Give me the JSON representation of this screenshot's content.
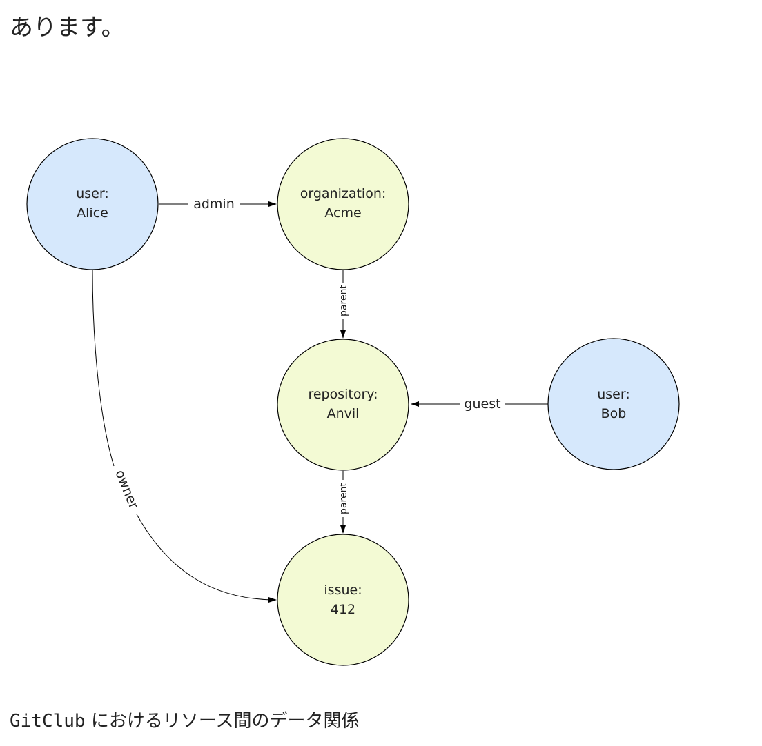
{
  "intro_text": "あります。",
  "caption": {
    "code": "GitClub",
    "text": " におけるリソース間のデータ関係"
  },
  "colors": {
    "user_fill": "#d6e8fc",
    "resource_fill": "#f3fad4",
    "stroke": "#000000"
  },
  "nodes": {
    "alice": {
      "type": "user:",
      "name": "Alice"
    },
    "acme": {
      "type": "organization:",
      "name": "Acme"
    },
    "anvil": {
      "type": "repository:",
      "name": "Anvil"
    },
    "bob": {
      "type": "user:",
      "name": "Bob"
    },
    "issue": {
      "type": "issue:",
      "name": "412"
    }
  },
  "edges": {
    "alice_acme": "admin",
    "acme_anvil": "parent",
    "bob_anvil": "guest",
    "anvil_issue": "parent",
    "alice_issue": "owner"
  }
}
